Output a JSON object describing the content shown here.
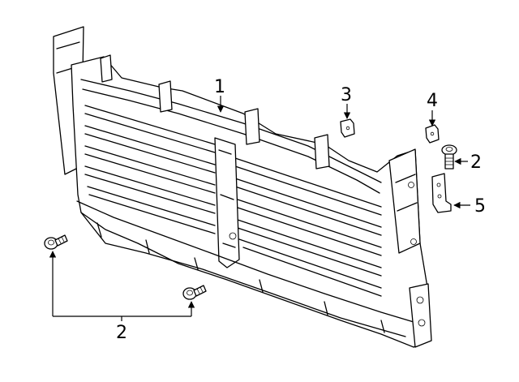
{
  "callouts": [
    {
      "id": "c1",
      "label": "1"
    },
    {
      "id": "c2a",
      "label": "2"
    },
    {
      "id": "c2b",
      "label": "2"
    },
    {
      "id": "c3",
      "label": "3"
    },
    {
      "id": "c4",
      "label": "4"
    },
    {
      "id": "c5",
      "label": "5"
    }
  ],
  "labels": {
    "part1": "1",
    "part2_right": "2",
    "part2_bottom": "2",
    "part3": "3",
    "part4": "4",
    "part5": "5"
  }
}
